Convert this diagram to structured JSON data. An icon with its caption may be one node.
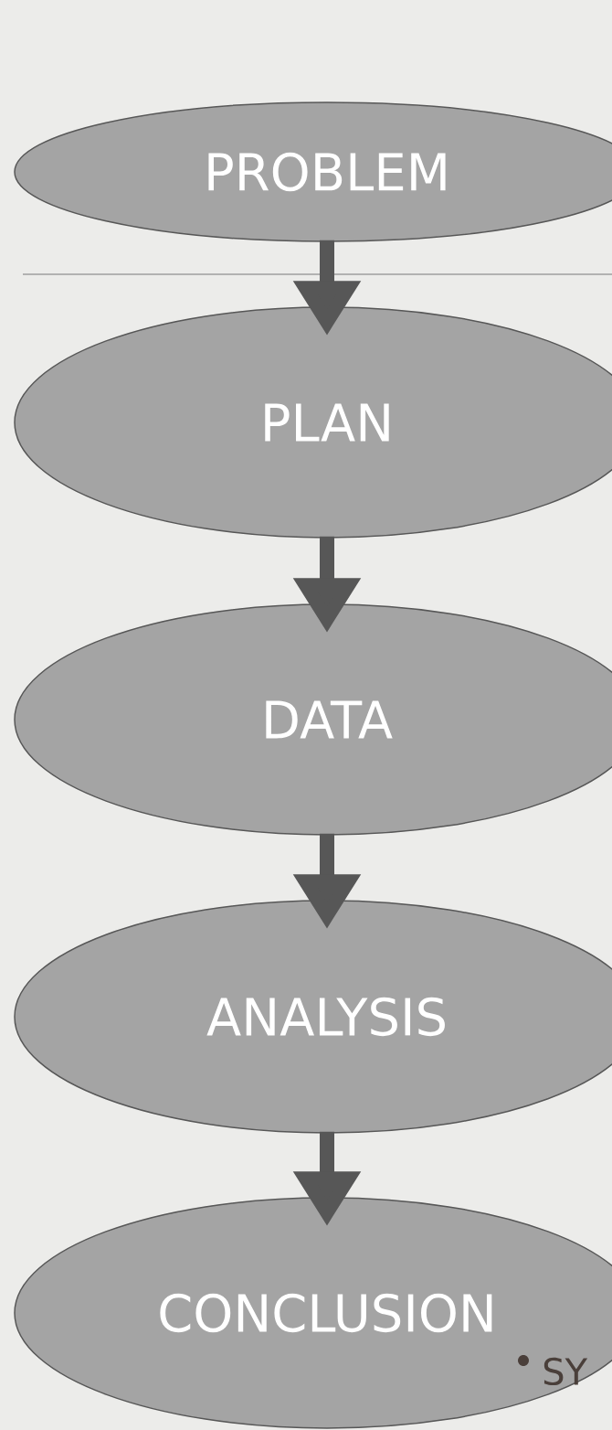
{
  "diagram": {
    "nodes": [
      {
        "text": [
          "PROBLEM"
        ]
      },
      {
        "text": [
          "PLAN"
        ]
      },
      {
        "text": [
          "DATA"
        ]
      },
      {
        "text": [
          "ANALYSIS"
        ]
      },
      {
        "text": [
          "CONCLUSION"
        ]
      }
    ],
    "edges": [
      {
        "from": 0,
        "to": 1,
        "arrow": "to"
      },
      {
        "from": 1,
        "to": 2,
        "arrow": "to"
      },
      {
        "from": 2,
        "to": 3,
        "arrow": "to"
      },
      {
        "from": 3,
        "to": 4,
        "arrow": "to"
      }
    ],
    "labels": [
      "SY"
    ]
  }
}
